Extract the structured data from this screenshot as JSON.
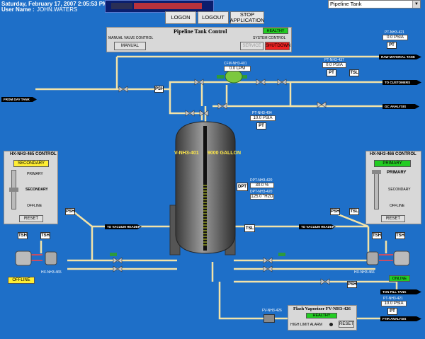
{
  "header": {
    "datetime": "Saturday, February 17, 2007   2:05:53 PM",
    "user_label": "User Name :",
    "user_value": "JOHN.WATERS",
    "nav": {
      "logon": "LOGON",
      "logout": "LOGOUT",
      "stop": "STOP APPLICATION"
    },
    "screen_select": "Pipeline Tank"
  },
  "control": {
    "title": "Pipeline Tank Control",
    "status": "HEALTHY",
    "manual_label": "MANUAL VALVE CONTROL",
    "system_label": "SYSTEM CONTROL",
    "manual_btn": "MANUAL",
    "service_btn": "SERVICE",
    "shutdown_btn": "SHUTDOWN"
  },
  "tank": {
    "name": "V-NH3-401",
    "capacity": "9000 GALLON"
  },
  "flows": {
    "raw_material": "RAW MATERIAL TANK",
    "from_day_tank": "FROM DAY TANK",
    "to_customers": "TO CUSTOMERS",
    "gc_analysis": "GC ANALYSIS",
    "vacuum_left": "TO VACUUM HEADER",
    "vacuum_right": "TO VACUUM HEADER",
    "ton_fill": "TON FILL TANK",
    "ftir": "FTIR ANALYSIS"
  },
  "readings": {
    "pt_top": "PT-NH3-421",
    "pt_top_val": "0.0 PSIA",
    "cfm": "CFM-NH3-401",
    "cfm_val": "0.0 LPM",
    "pt_mid": "PT-NH3-437",
    "pt_mid_val": "0.0 PSIA",
    "pt_tank": "PT-NH3-404",
    "pt_tank_val": "10.0 PSIA",
    "dpt_tag": "DPT-NH3-420",
    "dpt_pct": "30.0 %",
    "dpt_tag2": "DPT-NH3-420",
    "dpt_h2o": "125.0 \"H2O",
    "pt_bottom": "PT-NH3-421",
    "pt_bottom_val": "10.0 PSIA"
  },
  "instruments": {
    "pt": "PT",
    "tsl": "TSL",
    "psh": "PSH",
    "dpt": "DPT",
    "tsh": "TSH"
  },
  "hx_left": {
    "title": "HX-NH3-465 CONTROL",
    "mode": "SECONDARY",
    "primary": "PRIMARY",
    "secondary": "SECONDARY",
    "offline": "OFFLINE",
    "reset": "RESET",
    "status": "OFFLINE",
    "tag": "HX-NH3-465"
  },
  "hx_right": {
    "title": "HX-NH3-466 CONTROL",
    "mode": "PRIMARY",
    "primary": "PRIMARY",
    "secondary": "SECONDARY",
    "offline": "OFFLINE",
    "reset": "RESET",
    "status": "ONLINE",
    "tag": "HX-NH3-466"
  },
  "vaporizer": {
    "title": "Flash Vaporizer FV-NH3-426",
    "status": "HEALTHY",
    "alarm": "HIGH LIMIT ALARM",
    "reset": "RESET",
    "tag": "FV-NH3-426"
  },
  "colors": {
    "background": "#1e6fc8",
    "healthy": "#22cc22",
    "shutdown": "#ee2222",
    "offline": "#ffee33",
    "pipe": "#f3e3a8"
  }
}
